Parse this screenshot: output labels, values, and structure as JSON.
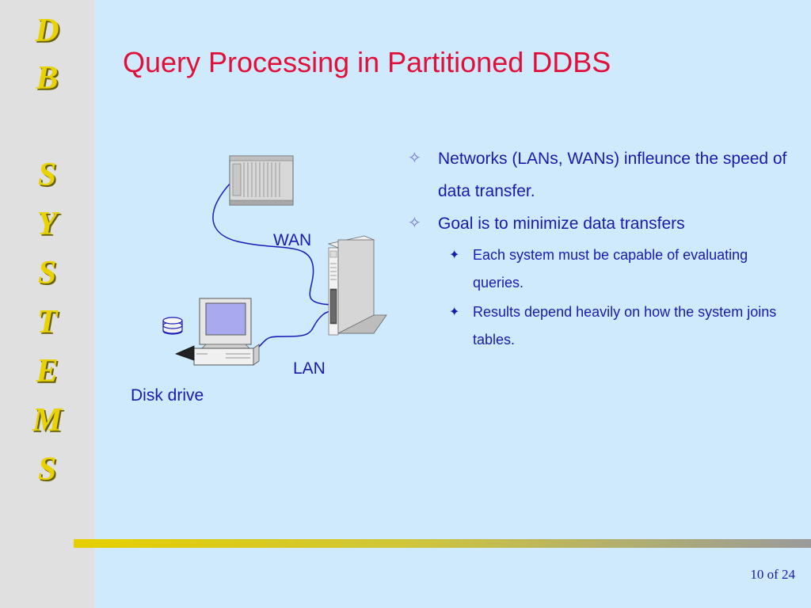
{
  "sidebar": {
    "letters": [
      "D",
      "B",
      "S",
      "Y",
      "S",
      "T",
      "E",
      "M",
      "S"
    ]
  },
  "slide": {
    "title": "Query Processing in Partitioned DDBS",
    "bullets": [
      {
        "text": "Networks (LANs, WANs) infleunce the speed of data transfer.",
        "subbullets": []
      },
      {
        "text": "Goal is to minimize data transfers",
        "subbullets": [
          "Each system must be capable of evaluating queries.",
          "Results depend heavily on how the system joins tables."
        ]
      }
    ],
    "bullet_glyph": "✧",
    "subbullet_glyph": "✦"
  },
  "diagram": {
    "wan_label": "WAN",
    "lan_label": "LAN",
    "disk_label": "Disk drive"
  },
  "footer": {
    "page_number": "10 of 24"
  },
  "colors": {
    "background": "#cfeafc",
    "sidebar": "#e0e0e0",
    "title": "#e0103a",
    "text": "#1919b0",
    "sidebar_letters": "#e8d200"
  }
}
